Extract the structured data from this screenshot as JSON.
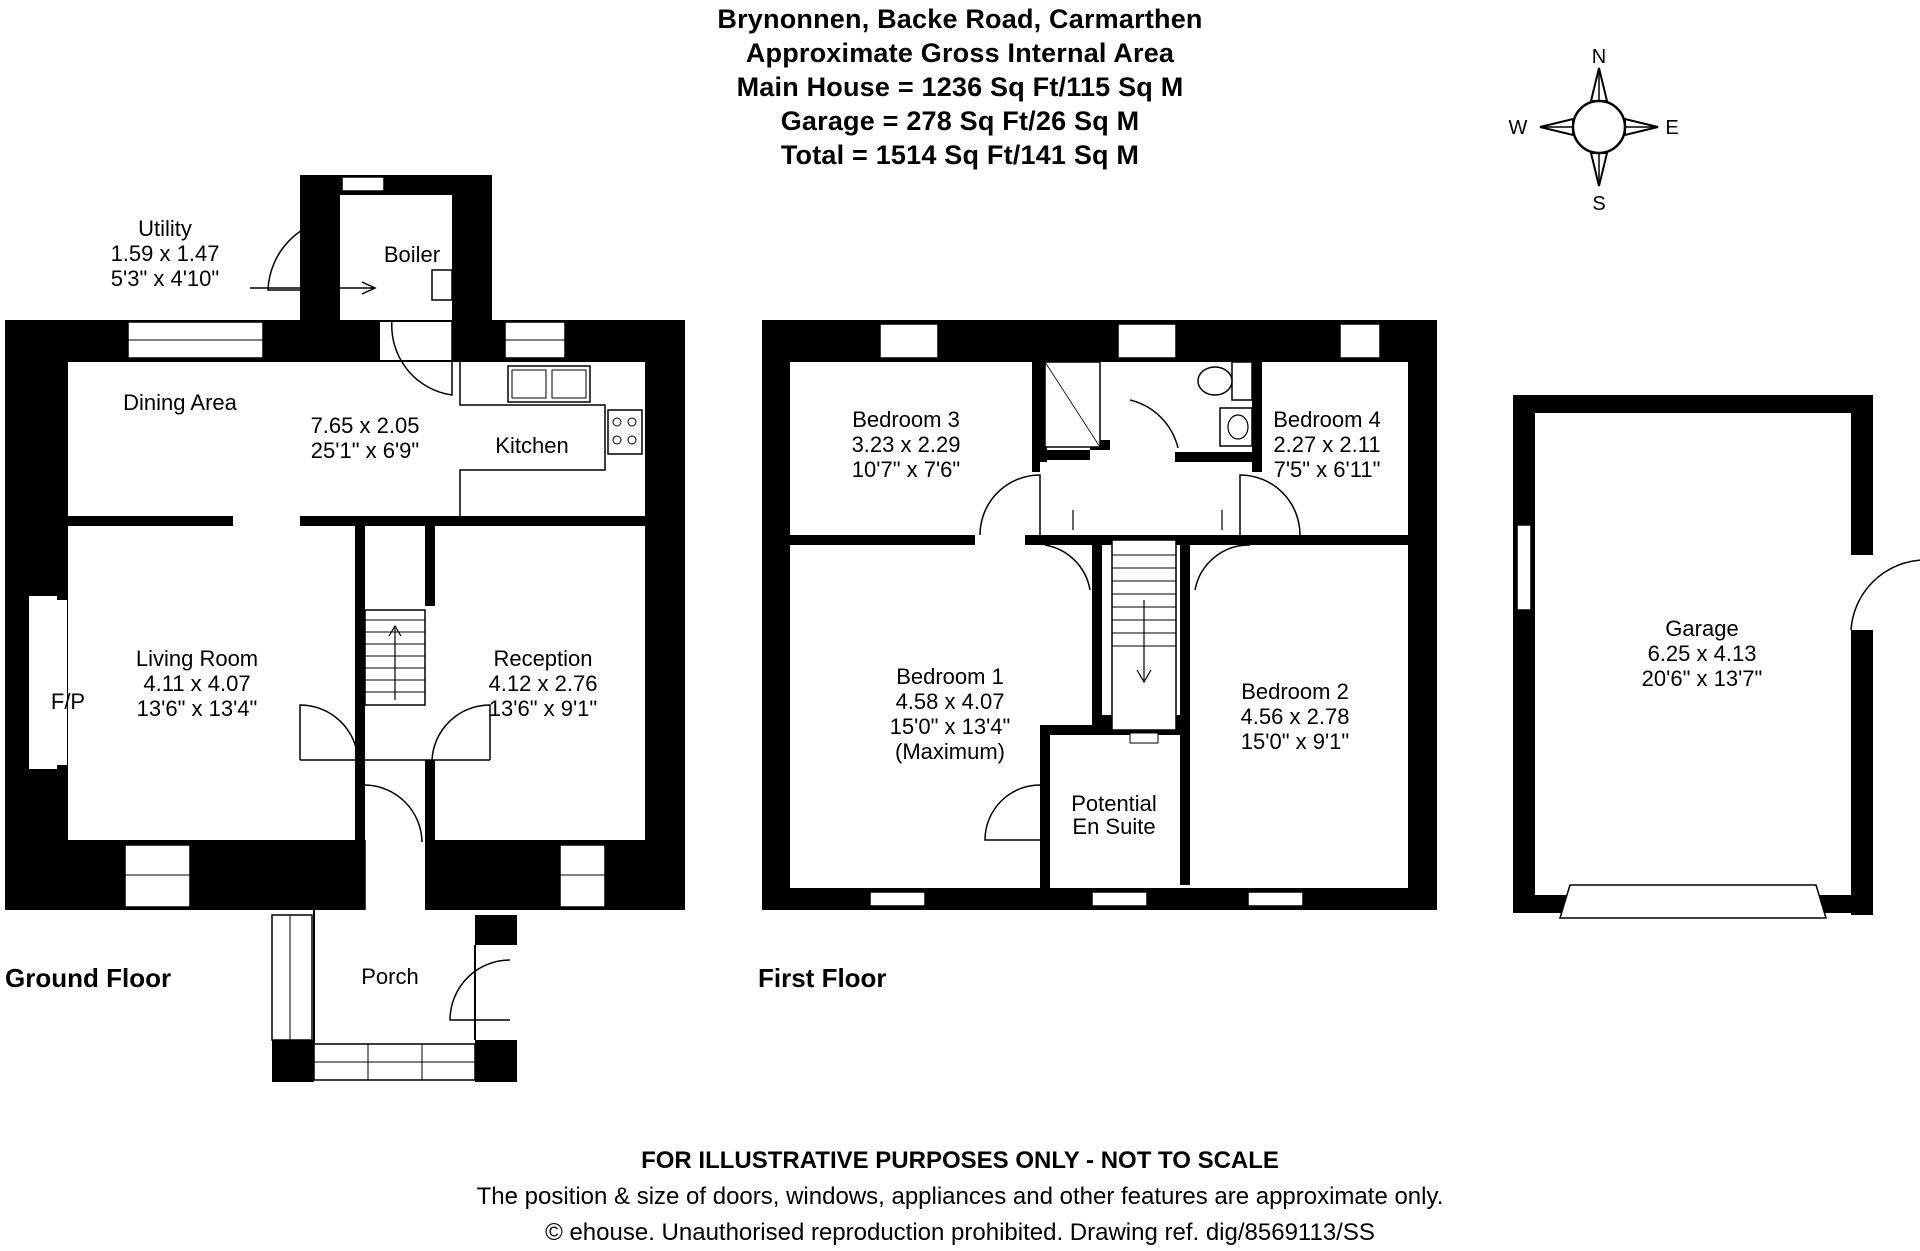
{
  "header": {
    "address": "Brynonnen, Backe Road, Carmarthen",
    "area_title": "Approximate Gross Internal Area",
    "main_house": "Main House = 1236 Sq Ft/115 Sq M",
    "garage": "Garage = 278 Sq Ft/26 Sq M",
    "total": "Total = 1514 Sq Ft/141 Sq M"
  },
  "compass": {
    "n": "N",
    "e": "E",
    "s": "S",
    "w": "W"
  },
  "floors": {
    "ground": "Ground Floor",
    "first": "First Floor"
  },
  "rooms": {
    "utility": {
      "name": "Utility",
      "metric": "1.59 x 1.47",
      "imperial": "5'3\" x 4'10\""
    },
    "boiler": {
      "name": "Boiler"
    },
    "dining": {
      "name": "Dining Area"
    },
    "dining_kitchen": {
      "metric": "7.65 x 2.05",
      "imperial": "25'1\" x 6'9\""
    },
    "kitchen": {
      "name": "Kitchen"
    },
    "living": {
      "name": "Living Room",
      "metric": "4.11 x 4.07",
      "imperial": "13'6\" x 13'4\""
    },
    "fp": {
      "name": "F/P"
    },
    "reception": {
      "name": "Reception",
      "metric": "4.12 x 2.76",
      "imperial": "13'6\" x 9'1\""
    },
    "porch": {
      "name": "Porch"
    },
    "bedroom3": {
      "name": "Bedroom 3",
      "metric": "3.23 x 2.29",
      "imperial": "10'7\" x 7'6\""
    },
    "bedroom4": {
      "name": "Bedroom 4",
      "metric": "2.27 x 2.11",
      "imperial": "7'5\" x 6'11\""
    },
    "bedroom1": {
      "name": "Bedroom 1",
      "metric": "4.58 x 4.07",
      "imperial": "15'0\" x 13'4\"",
      "note": "(Maximum)"
    },
    "bedroom2": {
      "name": "Bedroom 2",
      "metric": "4.56 x 2.78",
      "imperial": "15'0\" x 9'1\""
    },
    "ensuite": {
      "line1": "Potential",
      "line2": "En Suite"
    },
    "garage": {
      "name": "Garage",
      "metric": "6.25 x 4.13",
      "imperial": "20'6\" x 13'7\""
    }
  },
  "footer": {
    "disclaimer": "FOR ILLUSTRATIVE PURPOSES ONLY - NOT TO SCALE",
    "note": "The position & size of doors, windows, appliances and other features are approximate only.",
    "copyright": "© ehouse. Unauthorised reproduction prohibited. Drawing ref. dig/8569113/SS"
  }
}
